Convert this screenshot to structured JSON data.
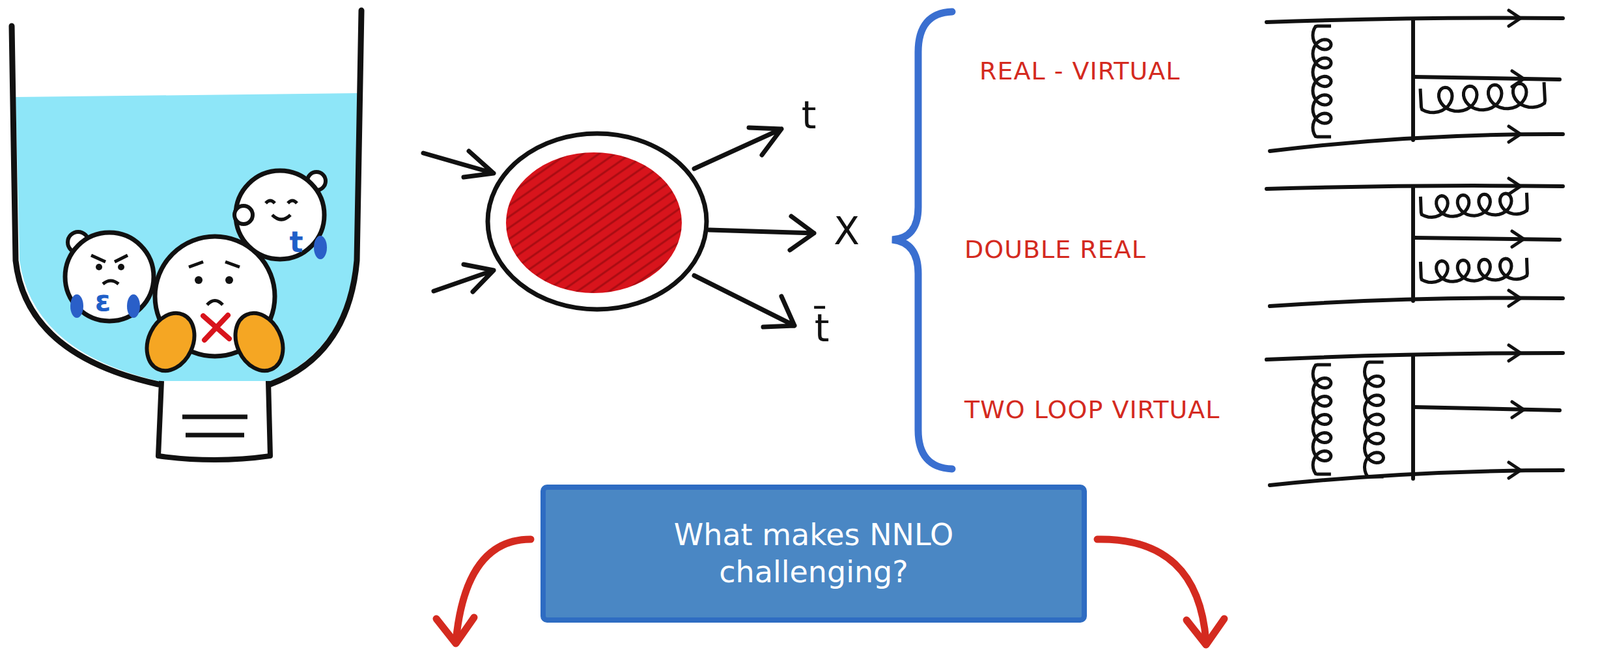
{
  "diagram": {
    "nodes": [
      {
        "text": [
          "What makes NNLO challenging?"
        ]
      }
    ],
    "labels": [
      "ε",
      "t",
      "t",
      "X",
      "t̄",
      "REAL - VIRTUAL",
      "DOUBLE REAL",
      "TWO LOOP VIRTUAL"
    ]
  }
}
